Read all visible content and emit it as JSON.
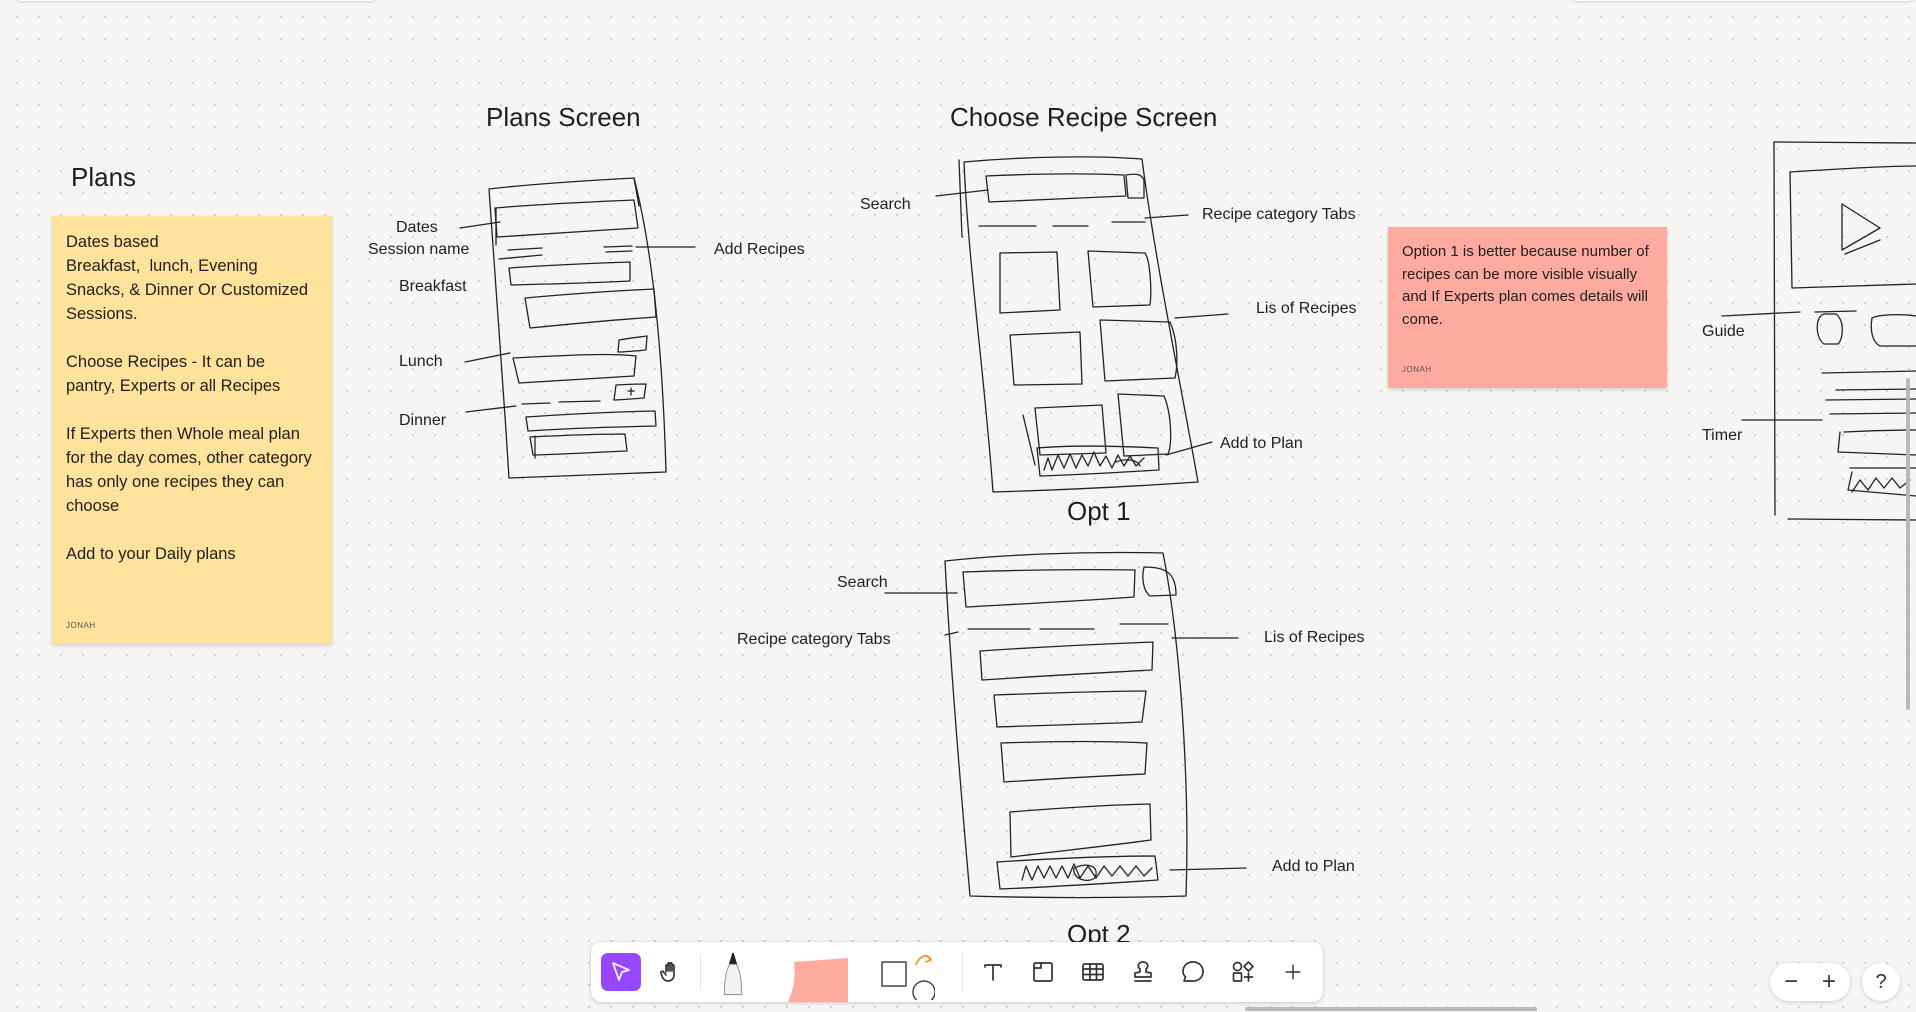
{
  "canvas": {
    "titles": {
      "plans": "Plans",
      "plans_screen": "Plans Screen",
      "choose_recipe_screen": "Choose Recipe Screen",
      "opt1": "Opt 1",
      "opt2": "Opt 2"
    },
    "plans_screen_labels": {
      "dates": "Dates",
      "session_name": "Session name",
      "breakfast": "Breakfast",
      "lunch": "Lunch",
      "dinner": "Dinner",
      "add_recipes": "Add Recipes"
    },
    "opt1_labels": {
      "search": "Search",
      "recipe_category_tabs": "Recipe category Tabs",
      "list_of_recipes": "Lis of Recipes",
      "add_to_plan": "Add to Plan"
    },
    "opt2_labels": {
      "search": "Search",
      "recipe_category_tabs": "Recipe category Tabs",
      "list_of_recipes": "Lis of Recipes",
      "add_to_plan": "Add to Plan"
    },
    "right_labels": {
      "guide": "Guide",
      "timer": "Timer"
    },
    "stickies": {
      "yellow": {
        "text": "Dates based\nBreakfast,  lunch, Evening Snacks, & Dinner Or Customized Sessions.\n\nChoose Recipes - It can be pantry, Experts or all Recipes\n\nIf Experts then Whole meal plan for the day comes, other category has only one recipes they can choose\n\nAdd to your Daily plans",
        "author": "JONAH",
        "color": "#ffe29b"
      },
      "pink": {
        "text": "Option 1 is better because number of recipes can be more visible visually and If Experts plan comes details will come.",
        "author": "JONAH",
        "color": "#ffaba0"
      }
    }
  },
  "toolbar": {
    "tools": [
      {
        "name": "move",
        "icon": "cursor-icon",
        "selected": true
      },
      {
        "name": "hand",
        "icon": "hand-icon"
      },
      {
        "name": "marker",
        "icon": "marker-icon"
      },
      {
        "name": "sticky",
        "icon": "sticky-note-icon"
      },
      {
        "name": "shapes",
        "icon": "shapes-icon"
      },
      {
        "name": "text",
        "icon": "text-icon"
      },
      {
        "name": "section",
        "icon": "section-icon"
      },
      {
        "name": "table",
        "icon": "table-icon"
      },
      {
        "name": "stamp",
        "icon": "stamp-icon"
      },
      {
        "name": "comment",
        "icon": "comment-icon"
      },
      {
        "name": "widgets",
        "icon": "widgets-icon"
      },
      {
        "name": "more",
        "icon": "plus-icon"
      }
    ],
    "accent_color": "#9747ff"
  },
  "zoom": {
    "minus": "−",
    "plus": "+"
  },
  "help": {
    "label": "?"
  }
}
